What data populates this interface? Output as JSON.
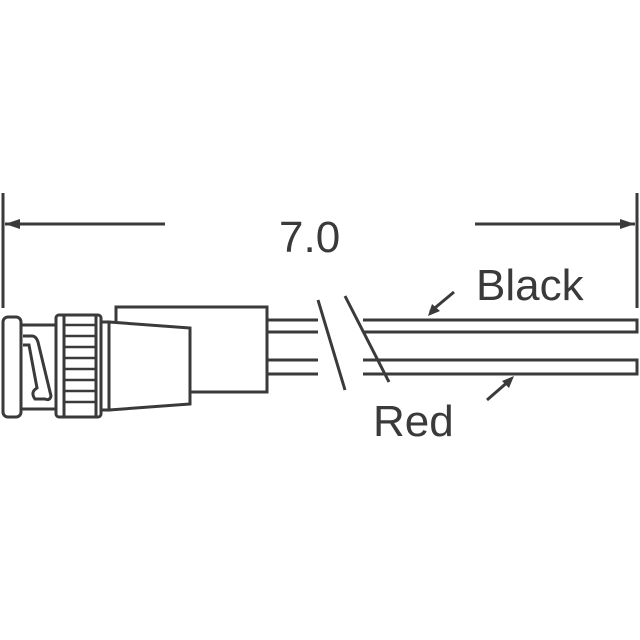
{
  "dimension": {
    "value": "7.0"
  },
  "wires": [
    {
      "label": "Black"
    },
    {
      "label": "Red"
    }
  ],
  "colors": {
    "stroke": "#3a3a3a"
  }
}
